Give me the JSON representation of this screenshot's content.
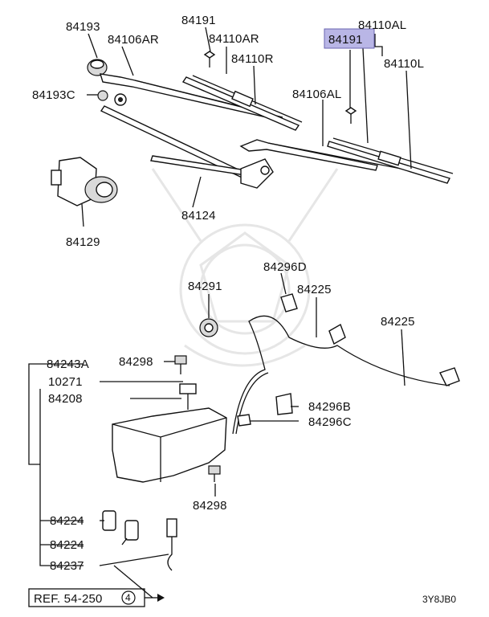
{
  "labels": {
    "p84193": "84193",
    "p84106AR": "84106AR",
    "p84191_top": "84191",
    "p84110AR": "84110AR",
    "p84110R": "84110R",
    "p84110AL": "84110AL",
    "p84191_hl": "84191",
    "p84110L": "84110L",
    "p84193C": "84193C",
    "p84106AL": "84106AL",
    "p84124": "84124",
    "p84129": "84129",
    "p84296D": "84296D",
    "p84291": "84291",
    "p84225_a": "84225",
    "p84225_b": "84225",
    "p84243A": "84243A",
    "p84298_a": "84298",
    "p10271": "10271",
    "p84208": "84208",
    "p84296B": "84296B",
    "p84296C": "84296C",
    "p84298_b": "84298",
    "p84224_a": "84224",
    "p84224_b": "84224",
    "p84237": "84237"
  },
  "ref": {
    "text": "REF. 54-250",
    "circle": "4"
  },
  "code": "3Y8JB0",
  "colors": {
    "highlight": "#b9b6e6",
    "ink": "#111111",
    "watermark": "#e6e6e6"
  }
}
